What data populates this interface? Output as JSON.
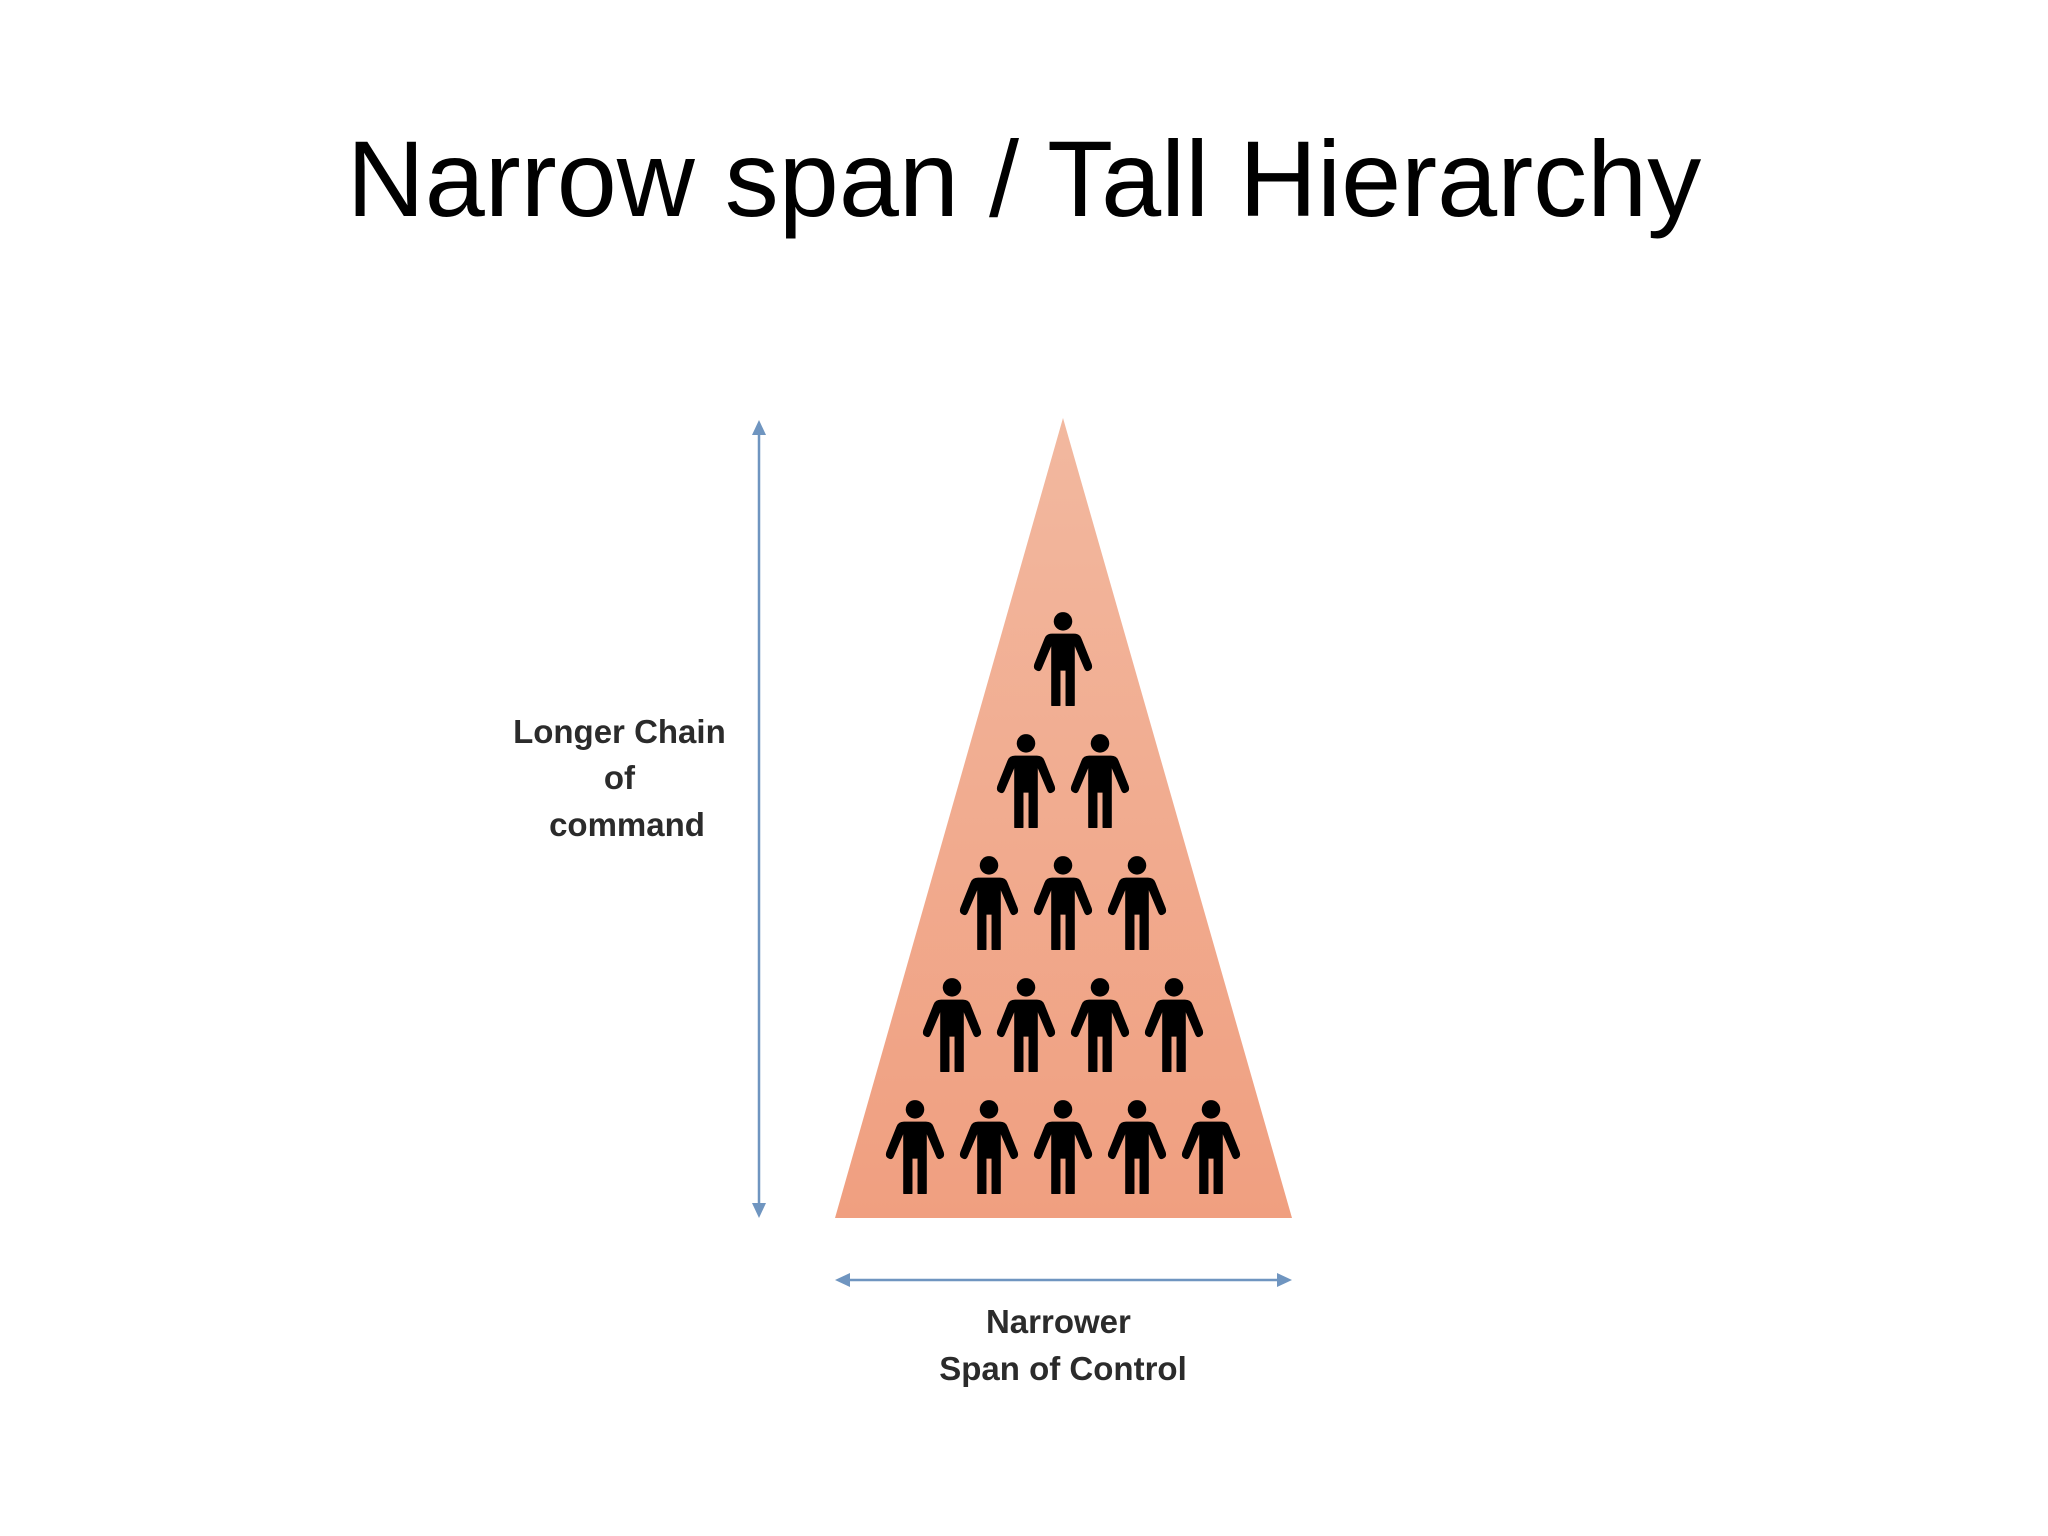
{
  "title": "Narrow span / Tall Hierarchy",
  "diagram": {
    "vertical_label_lines": [
      "Longer Chain",
      "of",
      "command"
    ],
    "horizontal_label_lines": [
      "Narrower",
      "Span of Control"
    ],
    "hierarchy_rows": [
      1,
      2,
      3,
      4,
      5
    ],
    "colors": {
      "triangle_top": "#f2b89f",
      "triangle_bottom": "#f09f80",
      "arrow": "#6f95c0",
      "person": "#000000"
    },
    "icon": "person-icon"
  }
}
